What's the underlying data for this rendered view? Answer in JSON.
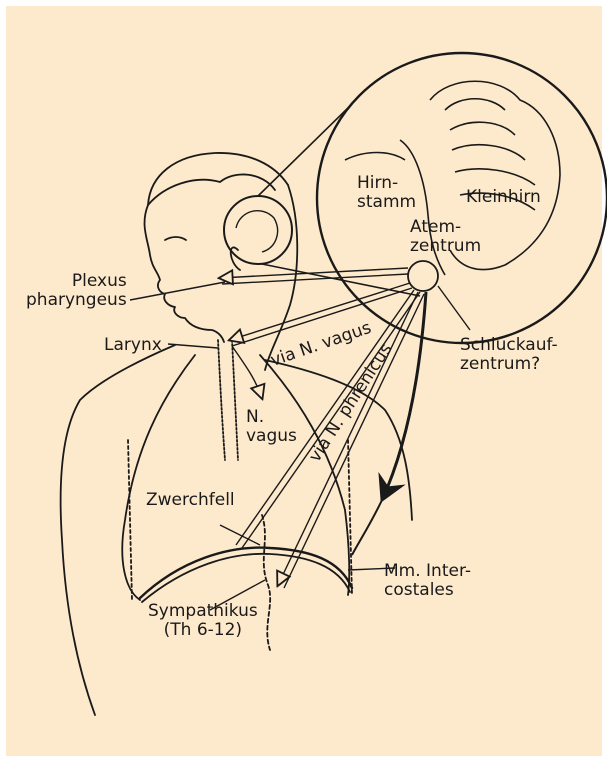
{
  "colors": {
    "background": "#fde9cc",
    "line": "#1a1a1a"
  },
  "labels": {
    "hirnstamm": "Hirn-\nstamm",
    "kleinhirn": "Kleinhirn",
    "atemzentrum": "Atem-\nzentrum",
    "plexus": "Plexus\npharyngeus",
    "larynx": "Larynx",
    "via_vagus": "via N. vagus",
    "schluckauf": "Schluckauf-\nzentrum?",
    "n_vagus": "N.\nvagus",
    "via_phrenicus": "via N. phrenicus",
    "zwerchfell": "Zwerchfell",
    "intercostales": "Mm. Inter-\ncostales",
    "sympathikus": "Sympathikus\n(Th 6-12)"
  }
}
